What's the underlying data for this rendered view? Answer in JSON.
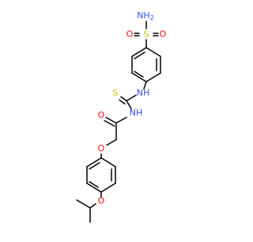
{
  "molecule": {
    "colors": {
      "bond": "#000000",
      "N": "#3050F8",
      "O": "#FF0D0D",
      "S": "#C8C800",
      "background": "#FFFFFF"
    },
    "labels": {
      "nh2": "NH",
      "nh2_sub": "2",
      "sulfonyl_s": "S",
      "sulfonyl_o_left": "O",
      "sulfonyl_o_right": "O",
      "amine_nh_upper": "NH",
      "thione_s": "S",
      "amide_nh": "NH",
      "carbonyl_o": "O",
      "ether_o_upper": "O",
      "ether_o_lower": "O"
    }
  }
}
